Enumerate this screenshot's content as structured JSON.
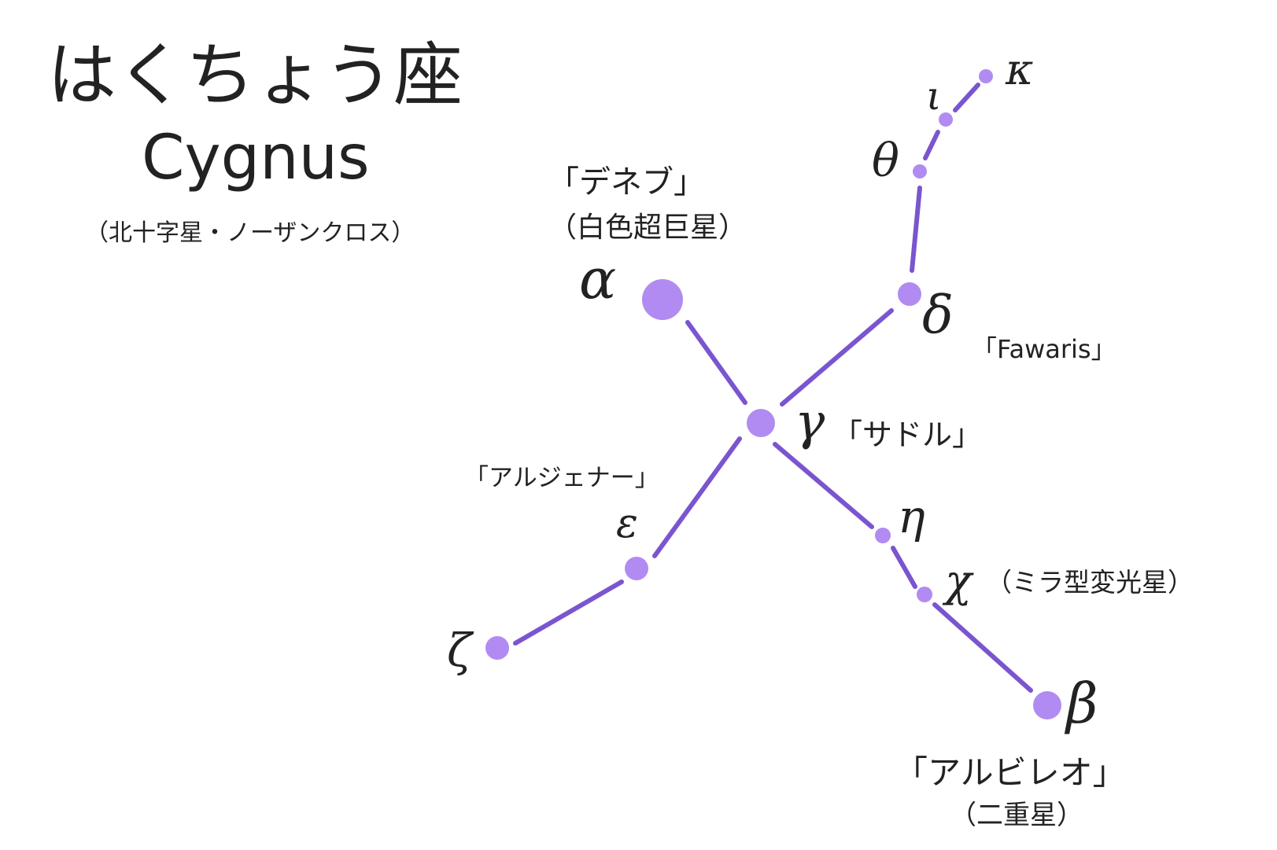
{
  "title": {
    "japanese": "はくちょう座",
    "latin": "Cygnus",
    "subtitle": "（北十字星・ノーザンクロス）"
  },
  "colors": {
    "star": "#b18bf2",
    "line": "#7a55cf",
    "text": "#222222"
  },
  "stars": {
    "alpha": {
      "greek": "α",
      "name": "「デネブ」",
      "note": "（白色超巨星）"
    },
    "beta": {
      "greek": "β",
      "name": "「アルビレオ」",
      "note": "（二重星）"
    },
    "gamma": {
      "greek": "γ",
      "name": "「サドル」"
    },
    "delta": {
      "greek": "δ",
      "name": "「Fawaris」"
    },
    "epsilon": {
      "greek": "ε",
      "name": "「アルジェナー」"
    },
    "zeta": {
      "greek": "ζ"
    },
    "eta": {
      "greek": "η"
    },
    "theta": {
      "greek": "θ"
    },
    "iota": {
      "greek": "ι"
    },
    "kappa": {
      "greek": "κ"
    },
    "chi": {
      "greek": "χ",
      "note": "（ミラ型変光星）"
    }
  }
}
